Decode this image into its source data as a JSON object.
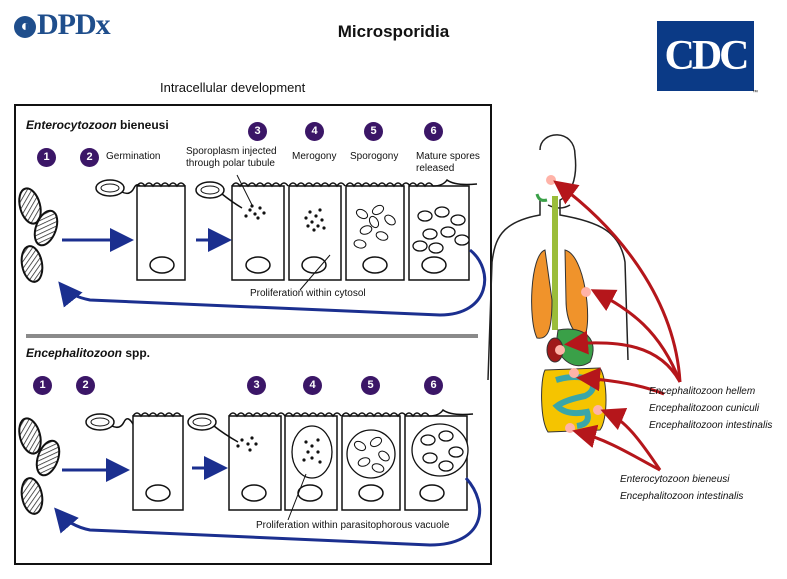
{
  "header": {
    "logo_text": "DPDx",
    "title": "Microsporidia",
    "subtitle": "Intracellular development",
    "cdc_logo": "CDC"
  },
  "colors": {
    "step_circle": "#3b1667",
    "arrow_blue": "#1b2f8f",
    "arrow_red": "#b5161b",
    "cdc_blue": "#0b3a86"
  },
  "sections": [
    {
      "name_italic": "Enterocytozoon",
      "name_rest": " bieneusi",
      "steps": [
        "1",
        "2",
        "3",
        "4",
        "5",
        "6"
      ],
      "labels": {
        "germination": "Germination",
        "sporoplasm_l1": "Sporoplasm injected",
        "sporoplasm_l2": "through polar tubule",
        "merogony": "Merogony",
        "sporogony": "Sporogony",
        "mature_l1": "Mature spores",
        "mature_l2": "released"
      },
      "proliferation": "Proliferation within cytosol"
    },
    {
      "name_italic": "Encephalitozoon",
      "name_rest": " spp.",
      "steps": [
        "1",
        "2",
        "3",
        "4",
        "5",
        "6"
      ],
      "proliferation": "Proliferation within parasitophorous vacuole"
    }
  ],
  "species_group_1": [
    "Encephalitozoon hellem",
    "Encephalitozoon cuniculi",
    "Encephalitozoon intestinalis"
  ],
  "species_group_2": [
    "Enterocytozoon bieneusi",
    "Encephalitozoon intestinalis"
  ]
}
